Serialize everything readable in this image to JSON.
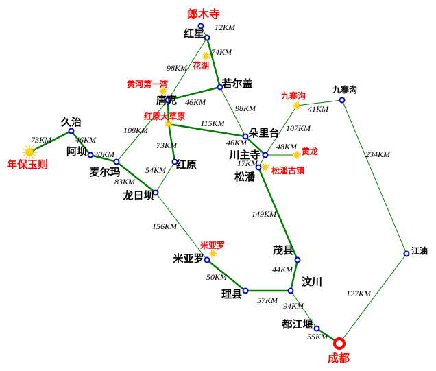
{
  "colors": {
    "road": "#008000",
    "node": "#0000cc",
    "city": "#ff0000",
    "star": "#ffd700",
    "scenic_label": "#ff0000"
  },
  "places": {
    "langmusi": {
      "name": "郎木寺",
      "kind": "scenic"
    },
    "hongxing": {
      "name": "红星",
      "kind": "town"
    },
    "huahu": {
      "name": "花湖",
      "kind": "scenic"
    },
    "ruoergai": {
      "name": "若尔盖",
      "kind": "town"
    },
    "tangke": {
      "name": "唐克",
      "kind": "town"
    },
    "huanghe": {
      "name": "黄河第一湾",
      "kind": "scenic"
    },
    "hongyuan_grass": {
      "name": "红原大草原",
      "kind": "scenic"
    },
    "duolitai": {
      "name": "朵里台",
      "kind": "town"
    },
    "chuanzhusi": {
      "name": "川主寺",
      "kind": "town"
    },
    "songpan": {
      "name": "松潘",
      "kind": "town"
    },
    "songpan_old": {
      "name": "松潘古镇",
      "kind": "scenic"
    },
    "huanglong": {
      "name": "黄龙",
      "kind": "scenic"
    },
    "jiuzhai_scenic": {
      "name": "九寨沟",
      "kind": "scenic"
    },
    "jiuzhai": {
      "name": "九寨沟",
      "kind": "town"
    },
    "jiangyou": {
      "name": "江油",
      "kind": "town"
    },
    "chengdu": {
      "name": "成都",
      "kind": "city"
    },
    "dujiangyan": {
      "name": "都江堰",
      "kind": "town"
    },
    "wenchuan": {
      "name": "汶川",
      "kind": "town"
    },
    "maoxian": {
      "name": "茂县",
      "kind": "town"
    },
    "lixian": {
      "name": "理县",
      "kind": "town"
    },
    "miyaluo": {
      "name": "米亚罗",
      "kind": "town"
    },
    "miyaluo_scenic": {
      "name": "米亚罗",
      "kind": "scenic"
    },
    "longriba": {
      "name": "龙日坝",
      "kind": "town"
    },
    "hongyuan": {
      "name": "红原",
      "kind": "town"
    },
    "maierma": {
      "name": "麦尔玛",
      "kind": "town"
    },
    "aba": {
      "name": "阿坝",
      "kind": "town"
    },
    "jiuzhi": {
      "name": "久治",
      "kind": "town"
    },
    "nianbao": {
      "name": "年保玉则",
      "kind": "scenic"
    }
  },
  "roads": [
    {
      "from": "langmusi",
      "to": "hongxing",
      "distance": "12KM",
      "major": false
    },
    {
      "from": "hongxing",
      "to": "tangke",
      "distance": "98KM",
      "major": false
    },
    {
      "from": "hongxing",
      "to": "ruoergai",
      "distance": "74KM",
      "major": true
    },
    {
      "from": "tangke",
      "to": "ruoergai",
      "distance": "46KM",
      "major": true
    },
    {
      "from": "ruoergai",
      "to": "duolitai",
      "distance": "98KM",
      "major": false
    },
    {
      "from": "tangke",
      "to": "hongyuan",
      "distance": "73KM",
      "major": true
    },
    {
      "from": "hongyuan_grass",
      "to": "duolitai",
      "distance": "115KM",
      "major": true
    },
    {
      "from": "tangke",
      "to": "maierma",
      "distance": "108KM",
      "major": false
    },
    {
      "from": "jiuzhi",
      "to": "nianbao",
      "distance": "73KM",
      "major": true
    },
    {
      "from": "jiuzhi",
      "to": "aba",
      "distance": "46KM",
      "major": true
    },
    {
      "from": "aba",
      "to": "maierma",
      "distance": "30KM",
      "major": true
    },
    {
      "from": "maierma",
      "to": "longriba",
      "distance": "83KM",
      "major": true
    },
    {
      "from": "hongyuan",
      "to": "longriba",
      "distance": "54KM",
      "major": false
    },
    {
      "from": "longriba",
      "to": "miyaluo",
      "distance": "156KM",
      "major": false
    },
    {
      "from": "miyaluo",
      "to": "lixian",
      "distance": "50KM",
      "major": true
    },
    {
      "from": "lixian",
      "to": "wenchuan",
      "distance": "57KM",
      "major": true
    },
    {
      "from": "wenchuan",
      "to": "maoxian",
      "distance": "44KM",
      "major": true
    },
    {
      "from": "maoxian",
      "to": "songpan",
      "distance": "149KM",
      "major": true
    },
    {
      "from": "songpan",
      "to": "chuanzhusi",
      "distance": "17KM",
      "major": false
    },
    {
      "from": "duolitai",
      "to": "chuanzhusi",
      "distance": "46KM",
      "major": true
    },
    {
      "from": "chuanzhusi",
      "to": "jiuzhai_scenic",
      "distance": "107KM",
      "major": false
    },
    {
      "from": "jiuzhai_scenic",
      "to": "jiuzhai",
      "distance": "41KM",
      "major": false
    },
    {
      "from": "chuanzhusi",
      "to": "huanglong",
      "distance": "48KM",
      "major": false
    },
    {
      "from": "jiuzhai",
      "to": "jiangyou",
      "distance": "234KM",
      "major": false
    },
    {
      "from": "jiangyou",
      "to": "chengdu",
      "distance": "127KM",
      "major": false
    },
    {
      "from": "wenchuan",
      "to": "dujiangyan",
      "distance": "94KM",
      "major": false
    },
    {
      "from": "dujiangyan",
      "to": "chengdu",
      "distance": "55KM",
      "major": true
    }
  ]
}
